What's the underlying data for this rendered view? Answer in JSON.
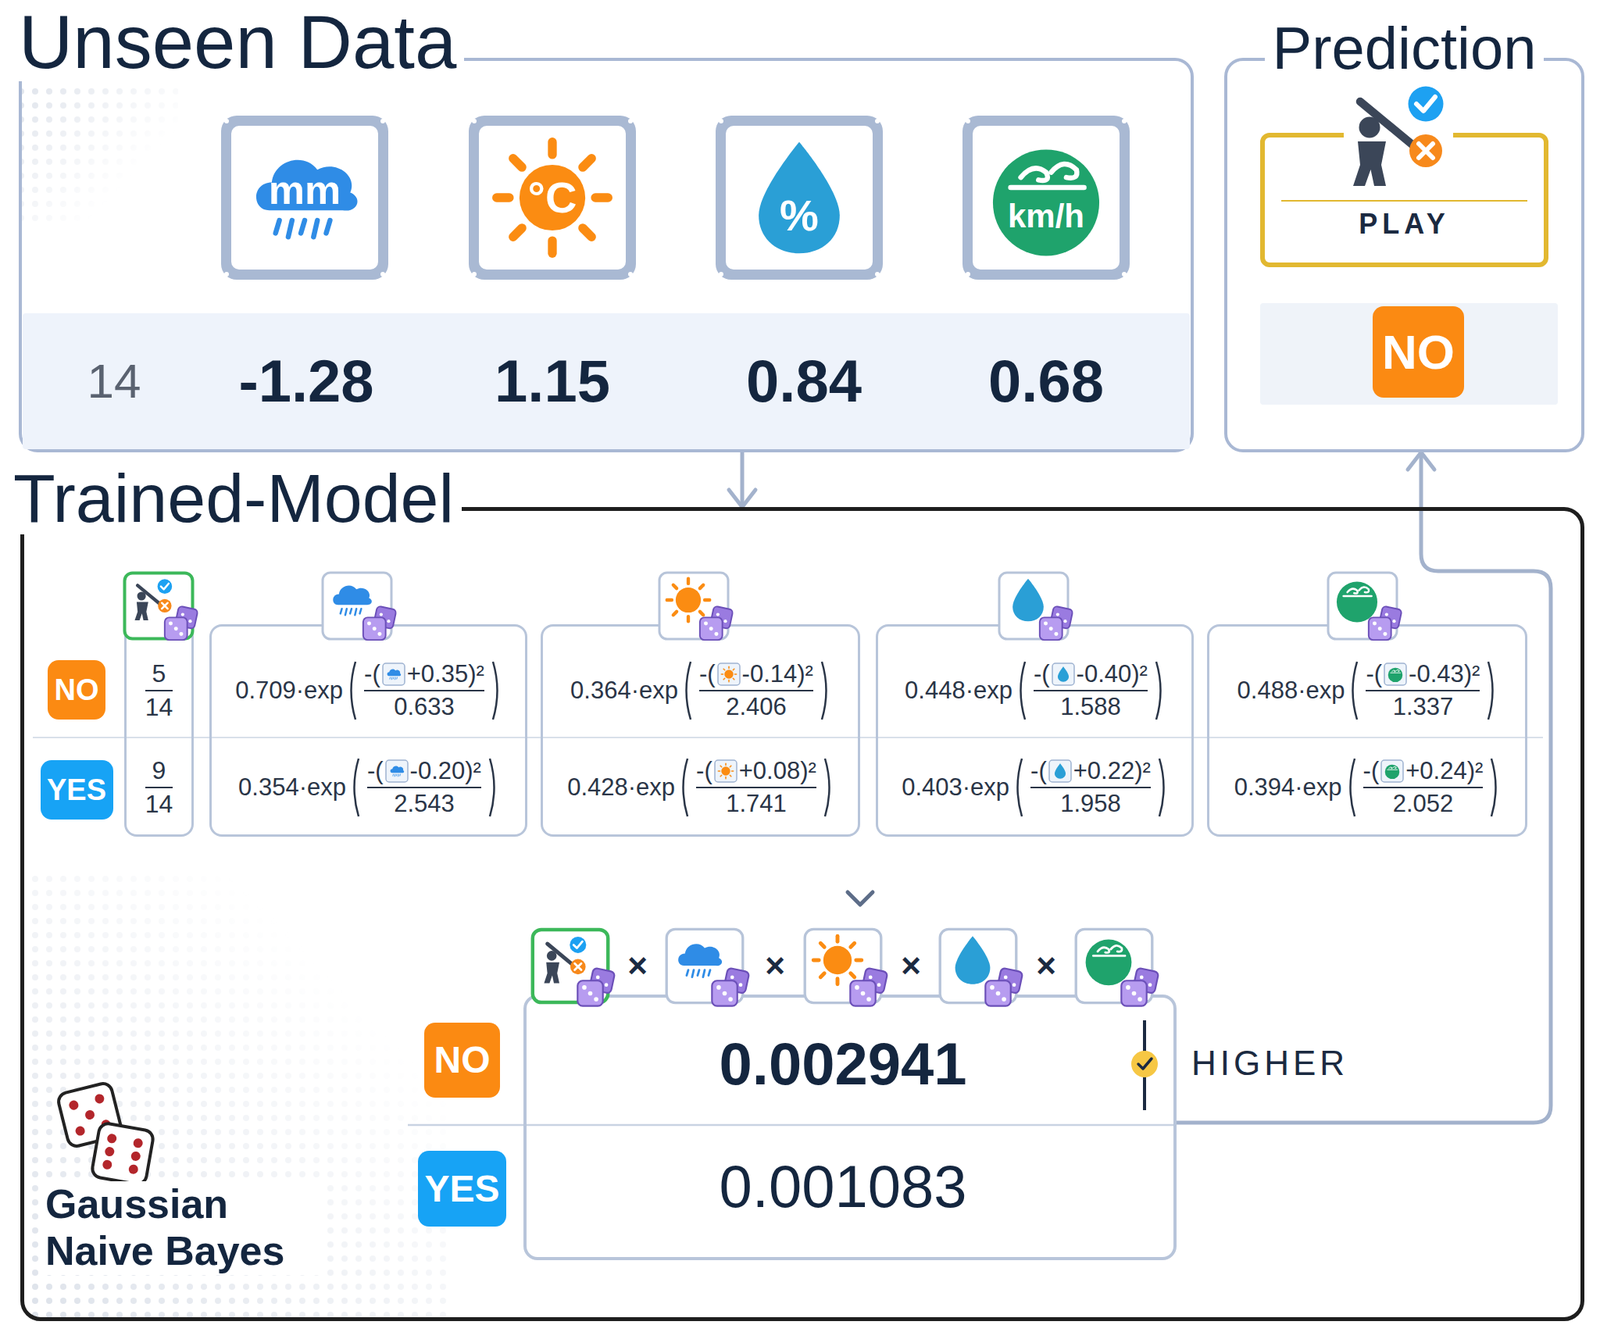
{
  "diagram": {
    "nodes": [
      {
        "text": [
          "Unseen Data"
        ]
      },
      {
        "text": [
          "14",
          "-1.28",
          "1.15",
          "0.84",
          "0.68"
        ],
        "in": 0
      },
      {
        "text": [
          "Prediction"
        ]
      },
      {
        "text": [
          "PLAY"
        ],
        "in": 2
      },
      {
        "text": [
          "NO"
        ],
        "in": 2
      },
      {
        "text": [
          "Trained-Model"
        ]
      },
      {
        "text": [
          "NO"
        ],
        "in": 5
      },
      {
        "text": [
          "YES"
        ],
        "in": 5
      },
      {
        "text": [
          "5",
          "14",
          "9",
          "14"
        ],
        "in": 5
      },
      {
        "text": [
          "0.709·exp",
          "-(",
          "+0.35)²",
          "0.633",
          "0.354·exp",
          "-(",
          "-0.20)²",
          "2.543"
        ],
        "in": 5
      },
      {
        "text": [
          "0.364·exp",
          "-(",
          "-0.14)²",
          "2.406",
          "0.428·exp",
          "-(",
          "+0.08)²",
          "1.741"
        ],
        "in": 5
      },
      {
        "text": [
          "0.448·exp",
          "-(",
          "-0.40)²",
          "1.588",
          "0.403·exp",
          "-(",
          "+0.22)²",
          "1.958"
        ],
        "in": 5
      },
      {
        "text": [
          "0.488·exp",
          "-(",
          "-0.43)²",
          "1.337",
          "0.394·exp",
          "-(",
          "+0.24)²",
          "2.052"
        ],
        "in": 5
      },
      {
        "text": [
          "NO"
        ],
        "in": 5
      },
      {
        "text": [
          "YES"
        ],
        "in": 5
      },
      {
        "text": [
          "0.002941",
          "0.001083"
        ],
        "in": 5
      }
    ],
    "edges": [
      {
        "from": 0,
        "to": 5,
        "arrow": "to"
      },
      {
        "from": 15,
        "to": 2,
        "arrow": "to"
      }
    ],
    "labels": [
      "mm",
      "°C",
      "%",
      "km/h",
      "×",
      "×",
      "×",
      "×",
      "HIGHER",
      "Gaussian Naive Bayes"
    ]
  }
}
